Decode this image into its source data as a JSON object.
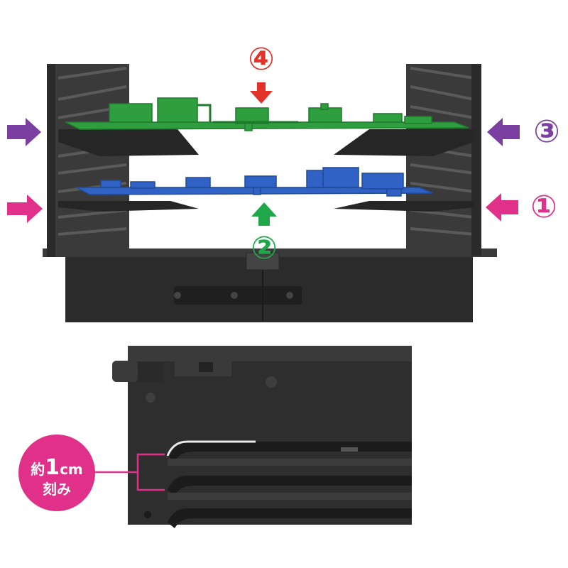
{
  "callouts": {
    "step1": "①",
    "step2": "②",
    "step3": "③",
    "step4": "④"
  },
  "badge": {
    "line1_prefix": "約",
    "line1_number": "1",
    "line1_unit": "cm",
    "line2": "刻み"
  },
  "colors": {
    "step1_arrow": "#e0308a",
    "step2_arrow": "#1fa84a",
    "step3_arrow": "#7a3fa0",
    "step4_arrow": "#e2332b",
    "board_upper": "#2e9e3e",
    "board_lower": "#2f62c4",
    "badge": "#e0308a",
    "rack": "#2d2d2d"
  }
}
